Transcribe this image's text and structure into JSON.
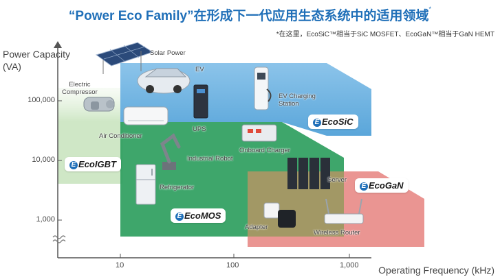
{
  "header": {
    "title": "“Power Eco Family”在形成下一代应用生态系统中的适用领域",
    "title_mark": "*",
    "note": "*在这里，EcoSiC™相当于SiC MOSFET、EcoGaN™相当于GaN HEMT"
  },
  "axes": {
    "y_title": "Power Capacity\n(VA)",
    "y_ticks": [
      "100,000",
      "10,000",
      "1,000"
    ],
    "x_title": "Operating Frequency (kHz)",
    "x_ticks": [
      "10",
      "100",
      "1,000"
    ]
  },
  "families": {
    "igbt": "IGBT",
    "mos": "MOS",
    "sic": "SiC",
    "gan": "GaN",
    "prefix": "Eco"
  },
  "applications": {
    "solar_power": "Solar Power",
    "ev": "EV",
    "electric_compressor": "Electric\nCompressor",
    "ev_charging_station": "EV Charging\nStation",
    "ups": "UPS",
    "air_conditioner": "Air Conditioner",
    "onboard_charger": "Onboard Charger",
    "industrial_robot": "Industrial Robot",
    "refrigerator": "Refrigerator",
    "server": "Server",
    "adapter": "Adapter",
    "wireless_router": "Wireless Router"
  },
  "colors": {
    "title": "#1f6fb8",
    "igbt_region": "#cfe7c6",
    "mos_region": "#2e9e5e",
    "sic_region": "#6fb3e0",
    "gan_region": "#e88a86",
    "logo_accent": "#1f6fb8"
  }
}
